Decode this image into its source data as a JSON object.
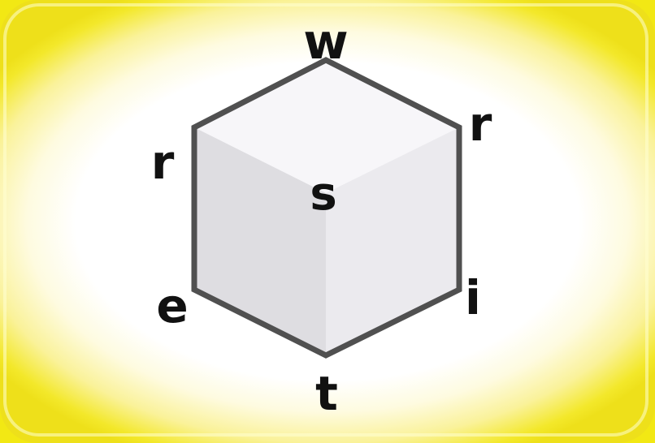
{
  "colors": {
    "background_yellow": "#f2e814",
    "face_top": "#f7f6f9",
    "face_left": "#dedde1",
    "face_right": "#ebeaee",
    "edge": "#505050",
    "letter": "#111111"
  },
  "labels": {
    "top": "w",
    "upper_right": "r",
    "upper_left": "r",
    "center": "s",
    "lower_right": "i",
    "lower_left": "e",
    "bottom": "t"
  }
}
